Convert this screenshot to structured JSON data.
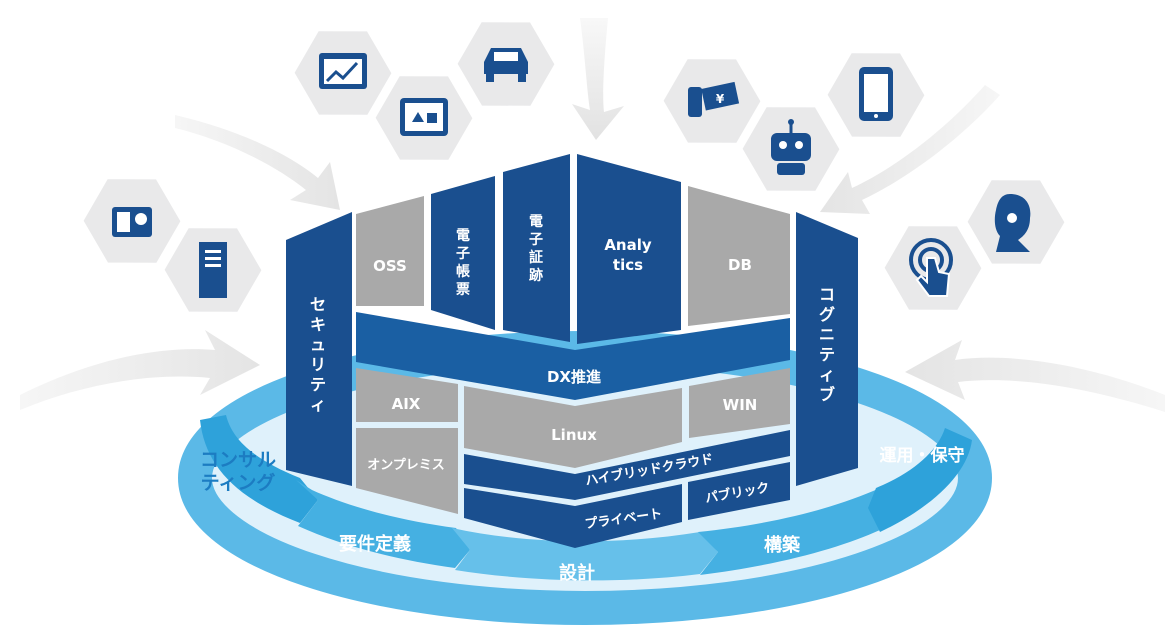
{
  "colors": {
    "navy": "#1a4f8f",
    "navy_dark": "#163e73",
    "gray_block": "#a9a9a9",
    "gray_hex": "#e9e9ea",
    "ring_light": "#66c0ea",
    "ring_mid": "#2ea2da",
    "label_blue": "#1c7cc2",
    "arrow_gray": "#ececec"
  },
  "left_pillar": "セキュリティ",
  "right_pillar": "コグニティブ",
  "top_blocks": {
    "oss": "OSS",
    "denshi_chohyo": "電子帳票",
    "denshi_shoseki": "電子証跡",
    "analytics_line1": "Analy",
    "analytics_line2": "tics",
    "db": "DB"
  },
  "band": "DX推進",
  "lower_blocks": {
    "aix": "AIX",
    "linux": "Linux",
    "win": "WIN",
    "onpremises": "オンプレミス",
    "hybrid_cloud": "ハイブリッドクラウド",
    "private": "プライベート",
    "public": "パブリック"
  },
  "cycle": {
    "consulting_line1": "コンサル",
    "consulting_line2": "ティング",
    "requirements": "要件定義",
    "design": "設計",
    "construction": "構築",
    "operation": "運用・保守"
  },
  "icons": [
    "analytics-monitor-icon",
    "smart-home-tablet-icon",
    "car-icon",
    "control-panel-icon",
    "server-tower-icon",
    "money-coins-icon",
    "robot-icon",
    "smartphone-icon",
    "operator-headset-icon",
    "touch-finger-icon"
  ]
}
